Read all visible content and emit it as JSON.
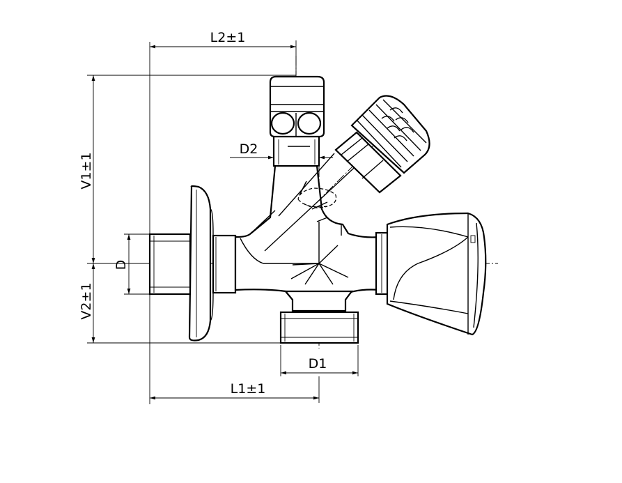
{
  "labels": {
    "l2": "L2±1",
    "v1": "V1±1",
    "v2": "V2±1",
    "d": "D",
    "d1": "D1",
    "d2": "D2",
    "l1": "L1±1"
  }
}
